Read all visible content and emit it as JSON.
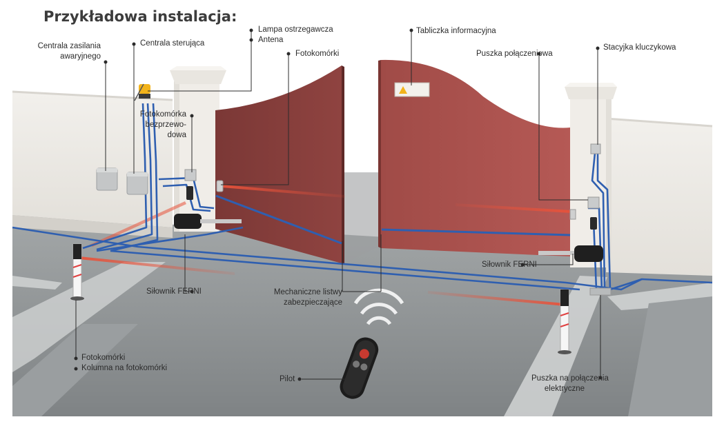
{
  "title": "Przykładowa instalacja:",
  "labels": {
    "centrala_zasilania": "Centrala zasilania awaryjnego",
    "centrala_zasilania_l1": "Centrala zasilania",
    "centrala_zasilania_l2": "awaryjnego",
    "centrala_sterujaca": "Centrala sterująca",
    "lampa": "Lampa ostrzegawcza",
    "antena": "Antena",
    "fotokomorki_top": "Fotokomórki",
    "tabliczka": "Tabliczka informacyjna",
    "puszka_polaczeniowa": "Puszka połączeniowa",
    "stacyjka": "Stacyjka kluczykowa",
    "fotokomorka_bezp_l1": "Fotokomórka",
    "fotokomorka_bezp_l2": "bezprzewo-",
    "fotokomorka_bezp_l3": "dowa",
    "silownik_left": "Siłownik FERNI",
    "silownik_right": "Siłownik FERNI",
    "listwy_l1": "Mechaniczne listwy",
    "listwy_l2": "zabezpieczające",
    "fotokomorki_bottom": "Fotokomórki",
    "kolumna": "Kolumna na fotokomórki",
    "pilot": "Pilot",
    "puszka_elektr_l1": "Puszka na połączenia",
    "puszka_elektr_l2": "elektryczne"
  },
  "colors": {
    "gate": "#8a3f3d",
    "gate_right": "#a8504c",
    "wall": "#ece9e4",
    "ground": "#8e9294",
    "cable": "#2f5fb0",
    "beam": "#e8523a"
  }
}
